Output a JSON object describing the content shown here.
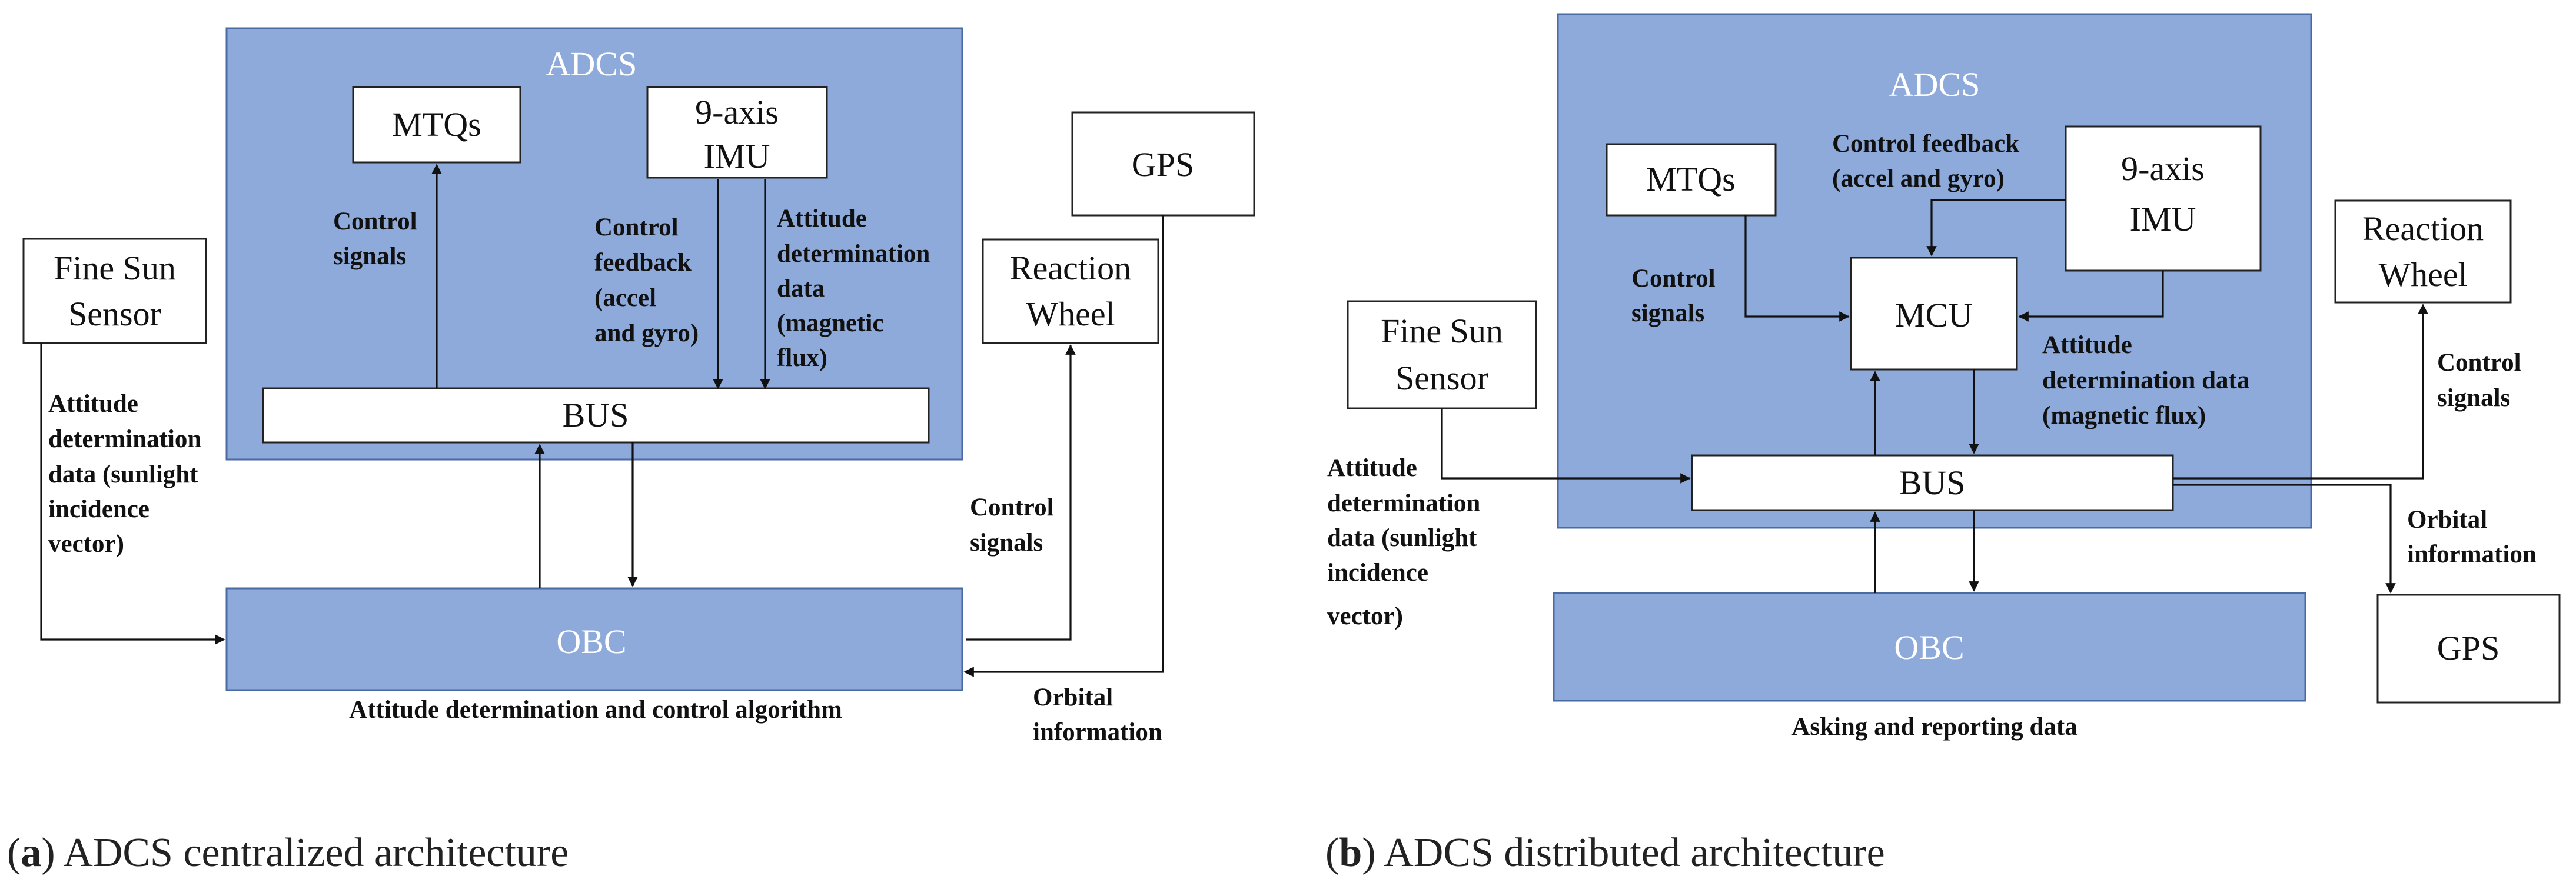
{
  "panel_a": {
    "container_label": "ADCS",
    "mtqs": "MTQs",
    "imu_line1": "9-axis",
    "imu_line2": "IMU",
    "bus": "BUS",
    "obc": "OBC",
    "gps": "GPS",
    "reaction_line1": "Reaction",
    "reaction_line2": "Wheel",
    "fine_sun_line1": "Fine Sun",
    "fine_sun_line2": "Sensor",
    "control_signals_mtq": [
      "Control",
      "signals"
    ],
    "control_feedback": [
      "Control",
      "feedback",
      "(accel",
      "and gyro)"
    ],
    "attitude_imu": [
      "Attitude",
      "determination",
      "data",
      "(magnetic",
      "flux)"
    ],
    "attitude_sun": [
      "Attitude",
      "determination",
      "data (sunlight",
      "incidence",
      "vector)"
    ],
    "control_signals_reaction": [
      "Control",
      "signals"
    ],
    "orbital_information": [
      "Orbital",
      "information"
    ],
    "bottom_label": "Attitude determination and control algorithm",
    "caption_letter": "a",
    "caption_text": "ADCS centralized architecture"
  },
  "panel_b": {
    "container_label": "ADCS",
    "mtqs": "MTQs",
    "imu_line1": "9-axis",
    "imu_line2": "IMU",
    "mcu": "MCU",
    "bus": "BUS",
    "obc": "OBC",
    "gps": "GPS",
    "reaction_line1": "Reaction",
    "reaction_line2": "Wheel",
    "fine_sun_line1": "Fine Sun",
    "fine_sun_line2": "Sensor",
    "control_feedback": [
      "Control feedback",
      "(accel and gyro)"
    ],
    "control_signals_mtq": [
      "Control",
      "signals"
    ],
    "attitude_imu": [
      "Attitude",
      "determination data",
      "(magnetic flux)"
    ],
    "attitude_sun": [
      "Attitude",
      "determination",
      "data (sunlight",
      "incidence",
      "vector)"
    ],
    "control_signals_reaction": [
      "Control",
      "signals"
    ],
    "orbital_information": [
      "Orbital",
      "information"
    ],
    "bottom_label": "Asking and reporting data",
    "caption_letter": "b",
    "caption_text": "ADCS distributed architecture"
  },
  "colors": {
    "block_fill": "#8eaadb",
    "block_stroke": "#4a6aa3",
    "line": "#111111"
  }
}
